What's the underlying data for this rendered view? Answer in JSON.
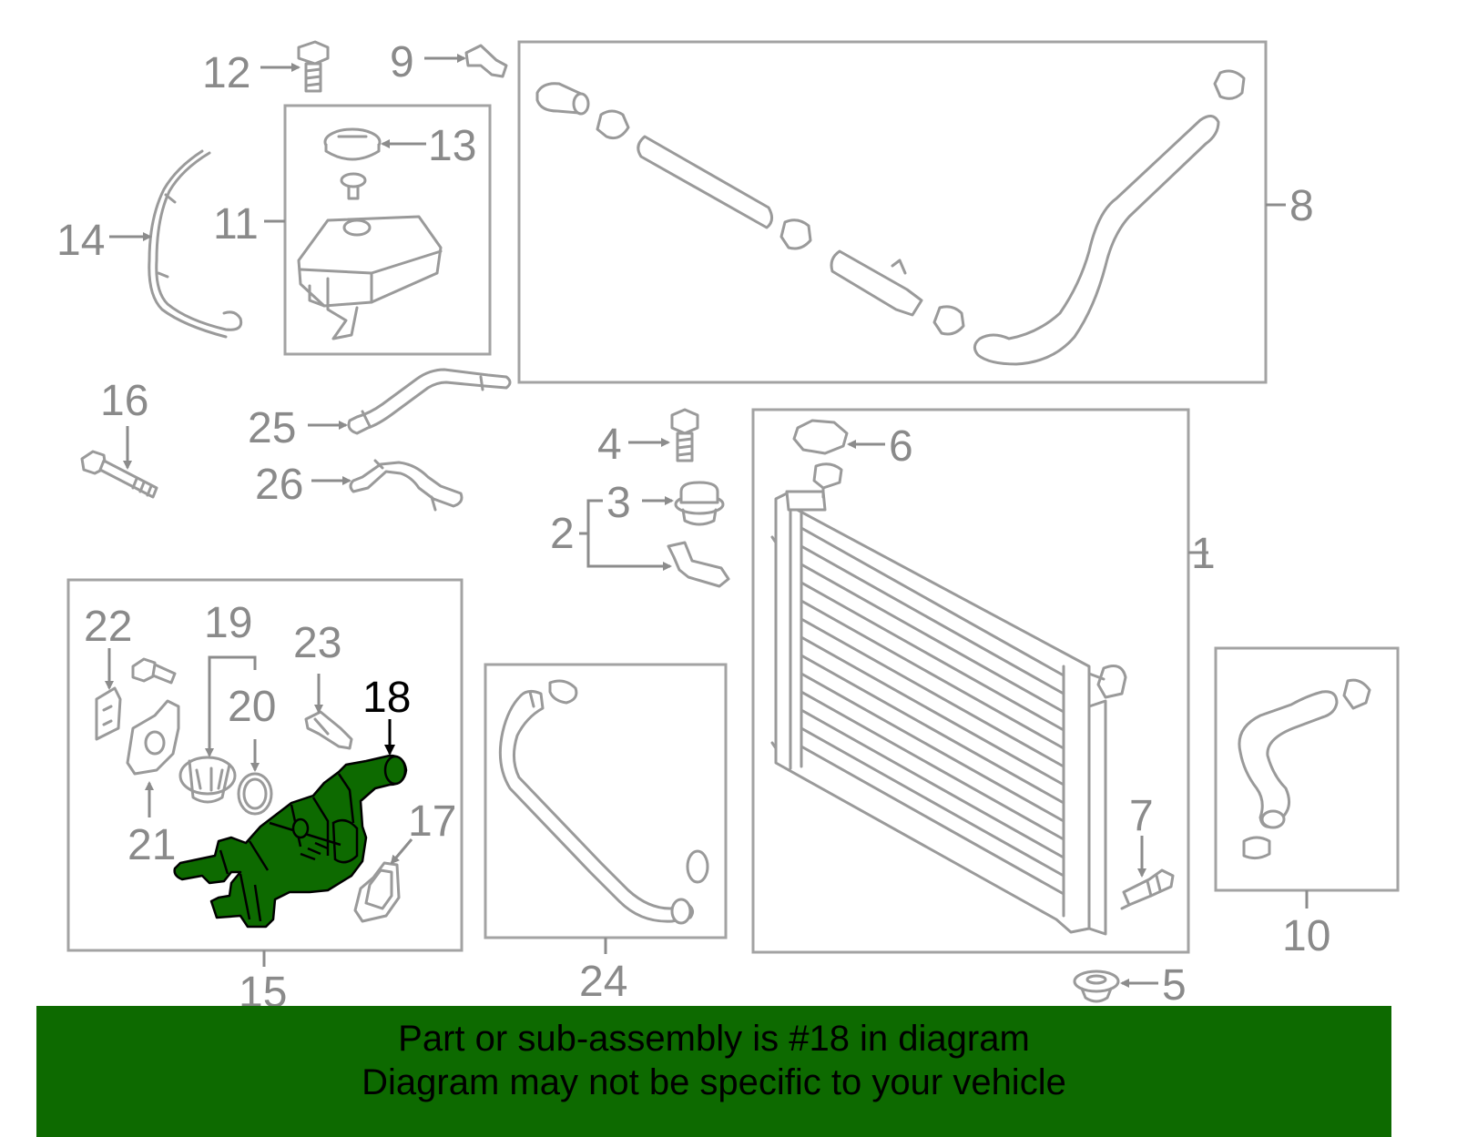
{
  "highlight": {
    "callout": "18",
    "color": "#0d6a00"
  },
  "callouts": {
    "c1": "1",
    "c2": "2",
    "c3": "3",
    "c4": "4",
    "c5": "5",
    "c6": "6",
    "c7": "7",
    "c8": "8",
    "c9": "9",
    "c10": "10",
    "c11": "11",
    "c12": "12",
    "c13": "13",
    "c14": "14",
    "c15": "15",
    "c16": "16",
    "c17": "17",
    "c18": "18",
    "c19": "19",
    "c20": "20",
    "c21": "21",
    "c22": "22",
    "c23": "23",
    "c24": "24",
    "c25": "25",
    "c26": "26"
  },
  "banner": {
    "line1": "Part or sub-assembly is #18 in diagram",
    "line2": "Diagram may not be specific to your vehicle",
    "background": "#0d6a00"
  }
}
